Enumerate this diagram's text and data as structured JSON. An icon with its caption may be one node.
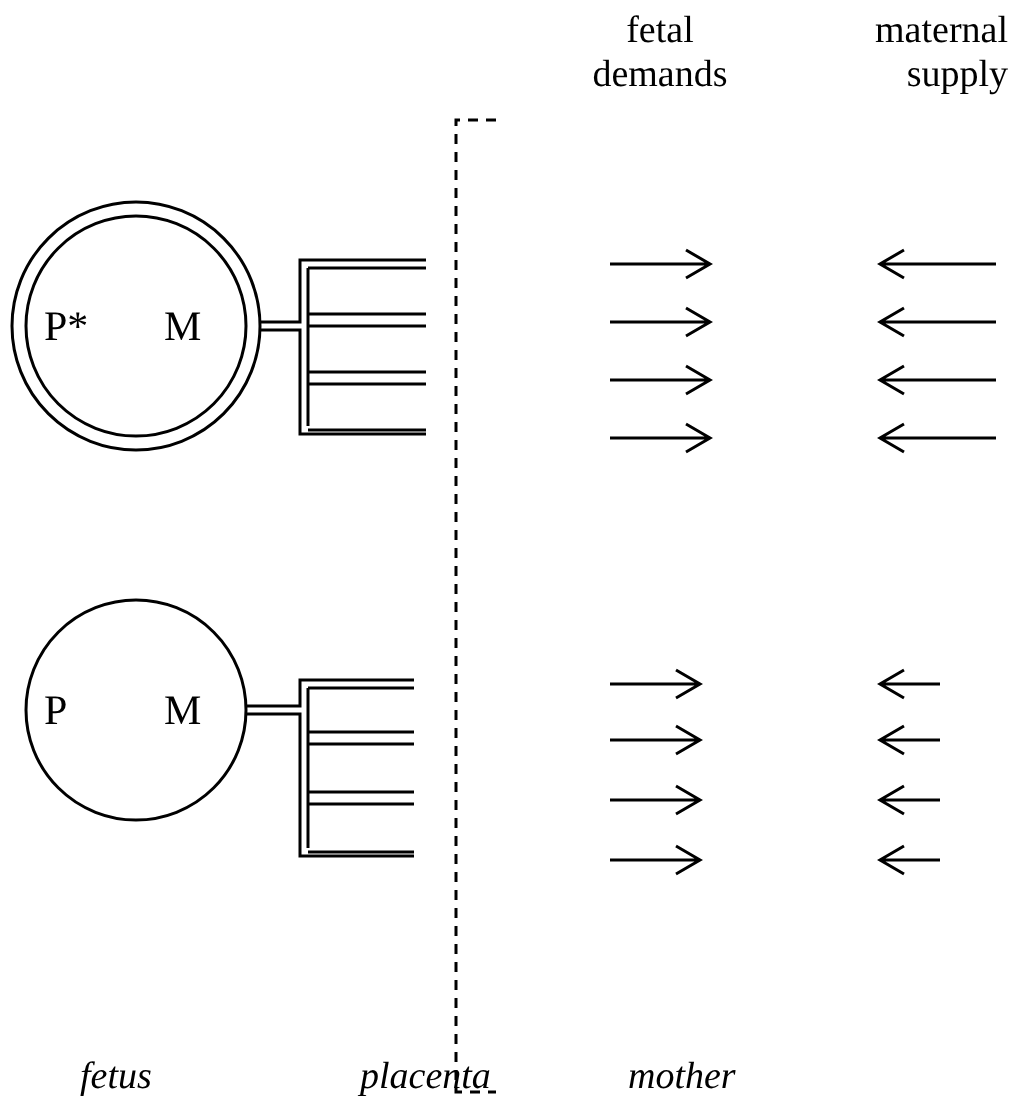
{
  "diagram": {
    "nodes": [
      {
        "text": [
          "P*",
          "M"
        ]
      },
      {
        "text": [
          "P",
          "M"
        ]
      }
    ],
    "labels": [
      "fetal demands",
      "maternal supply",
      "fetus",
      "placenta",
      "mother"
    ]
  }
}
